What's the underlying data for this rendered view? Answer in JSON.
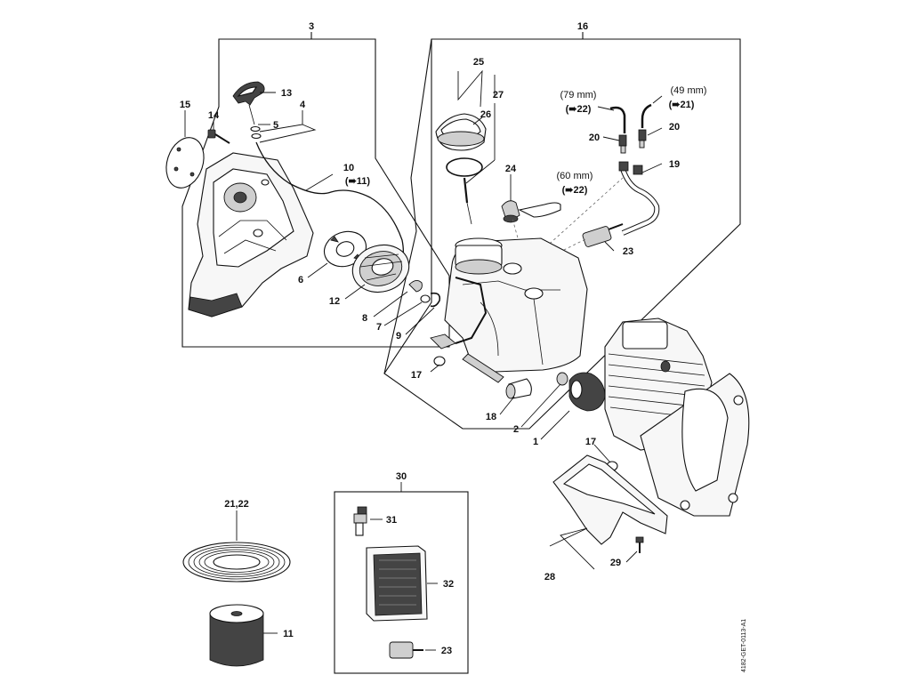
{
  "labels": {
    "l3": "3",
    "l16": "16",
    "l15": "15",
    "l14": "14",
    "l13": "13",
    "l5": "5",
    "l4": "4",
    "l10": "10",
    "l10ref": "(➠11)",
    "l6": "6",
    "l12": "12",
    "l8": "8",
    "l7": "7",
    "l9": "9",
    "l25": "25",
    "l27": "27",
    "l26": "26",
    "l24": "24",
    "l79mm": "(79 mm)",
    "l79ref": "(➠22)",
    "l49mm": "(49 mm)",
    "l49ref": "(➠21)",
    "l20a": "20",
    "l20b": "20",
    "l19": "19",
    "l60mm": "(60 mm)",
    "l60ref": "(➠22)",
    "l23a": "23",
    "l17a": "17",
    "l18": "18",
    "l2": "2",
    "l1": "1",
    "l17b": "17",
    "l30": "30",
    "l31": "31",
    "l32": "32",
    "l23b": "23",
    "l2122": "21,22",
    "l11": "11",
    "l28": "28",
    "l29": "29"
  },
  "footer": {
    "ref_code": "4182-GET-0113-A1"
  }
}
